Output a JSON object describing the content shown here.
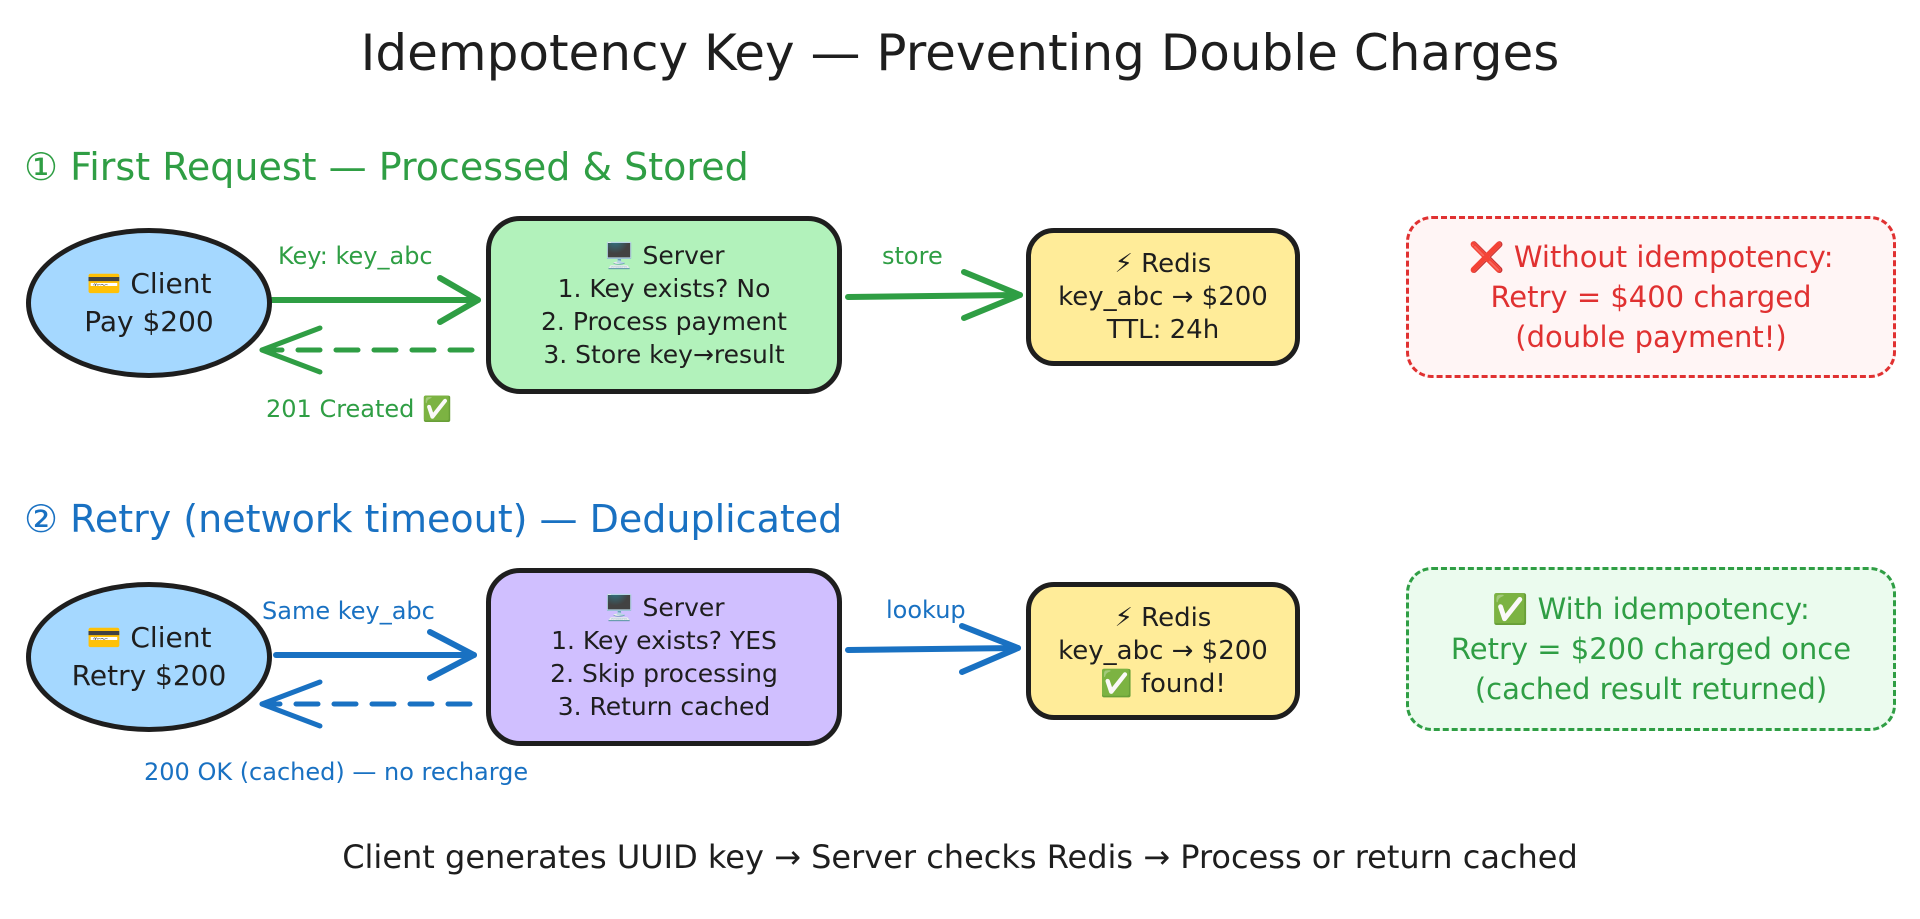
{
  "title": "Idempotency Key — Preventing Double Charges",
  "section1": {
    "heading": "① First Request — Processed & Stored",
    "client": {
      "icon": "💳",
      "label": "Client",
      "action": "Pay $200"
    },
    "request_label": "Key: key_abc",
    "response_label": "201 Created ✅",
    "server": {
      "icon": "🖥️",
      "label": "Server",
      "steps": [
        "1. Key exists? No",
        "2. Process payment",
        "3. Store key→result"
      ]
    },
    "store_label": "store",
    "redis": {
      "icon": "⚡",
      "label": "Redis",
      "lines": [
        "key_abc → $200",
        "TTL: 24h"
      ]
    },
    "note": {
      "mark": "❌",
      "lines": [
        "Without idempotency:",
        "Retry = $400 charged",
        "(double payment!)"
      ]
    }
  },
  "section2": {
    "heading": "② Retry (network timeout) — Deduplicated",
    "client": {
      "icon": "💳",
      "label": "Client",
      "action": "Retry $200"
    },
    "request_label": "Same key_abc",
    "response_label": "200 OK (cached) — no recharge",
    "server": {
      "icon": "🖥️",
      "label": "Server",
      "steps": [
        "1. Key exists? YES",
        "2. Skip processing",
        "3. Return cached"
      ]
    },
    "lookup_label": "lookup",
    "redis": {
      "icon": "⚡",
      "label": "Redis",
      "lines": [
        "key_abc → $200",
        "✅ found!"
      ]
    },
    "note": {
      "mark": "✅",
      "lines": [
        "With idempotency:",
        "Retry = $200 charged once",
        "(cached result returned)"
      ]
    }
  },
  "footer": "Client generates UUID key → Server checks Redis → Process or return cached",
  "colors": {
    "green": "#2f9e44",
    "blue": "#1971c2",
    "red": "#e03131",
    "client_fill": "#a5d8ff",
    "server1_fill": "#b2f2bb",
    "server2_fill": "#d0bfff",
    "redis_fill": "#ffec99",
    "note_red_fill": "#fff5f5",
    "note_green_fill": "#ebfbee"
  }
}
